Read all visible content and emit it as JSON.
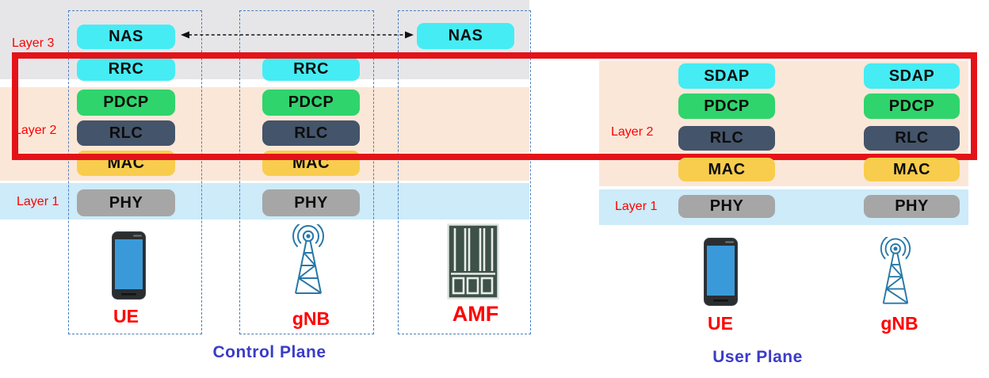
{
  "colors": {
    "protocol_cyan": "#45ecf4",
    "protocol_green": "#2fd46c",
    "protocol_dark_slate": "#44546a",
    "protocol_yellow": "#f8cd4d",
    "protocol_gray": "#a6a6a6",
    "band_layer3_gray": "#e6e6e9",
    "band_layer2_peach": "#fbe7d8",
    "band_layer1_blue": "#cdebf9",
    "highlight_red": "#e41318",
    "label_red": "#ff0000",
    "plane_title_blue": "#3b3bc9",
    "column_border_blue": "#4a7ebb",
    "icon_teal": "#2878a8"
  },
  "control_plane": {
    "title": "Control Plane",
    "layer_labels": {
      "layer3": "Layer 3",
      "layer2": "Layer 2",
      "layer1": "Layer 1"
    },
    "ue": {
      "entity": "UE",
      "nas": "NAS",
      "rrc": "RRC",
      "pdcp": "PDCP",
      "rlc": "RLC",
      "mac": "MAC",
      "phy": "PHY"
    },
    "gnb": {
      "entity": "gNB",
      "rrc": "RRC",
      "pdcp": "PDCP",
      "rlc": "RLC",
      "mac": "MAC",
      "phy": "PHY"
    },
    "amf": {
      "entity": "AMF",
      "nas": "NAS"
    }
  },
  "user_plane": {
    "title": "User Plane",
    "layer_labels": {
      "layer2": "Layer 2",
      "layer1": "Layer 1"
    },
    "ue": {
      "entity": "UE",
      "sdap": "SDAP",
      "pdcp": "PDCP",
      "rlc": "RLC",
      "mac": "MAC",
      "phy": "PHY"
    },
    "gnb": {
      "entity": "gNB",
      "sdap": "SDAP",
      "pdcp": "PDCP",
      "rlc": "RLC",
      "mac": "MAC",
      "phy": "PHY"
    }
  }
}
